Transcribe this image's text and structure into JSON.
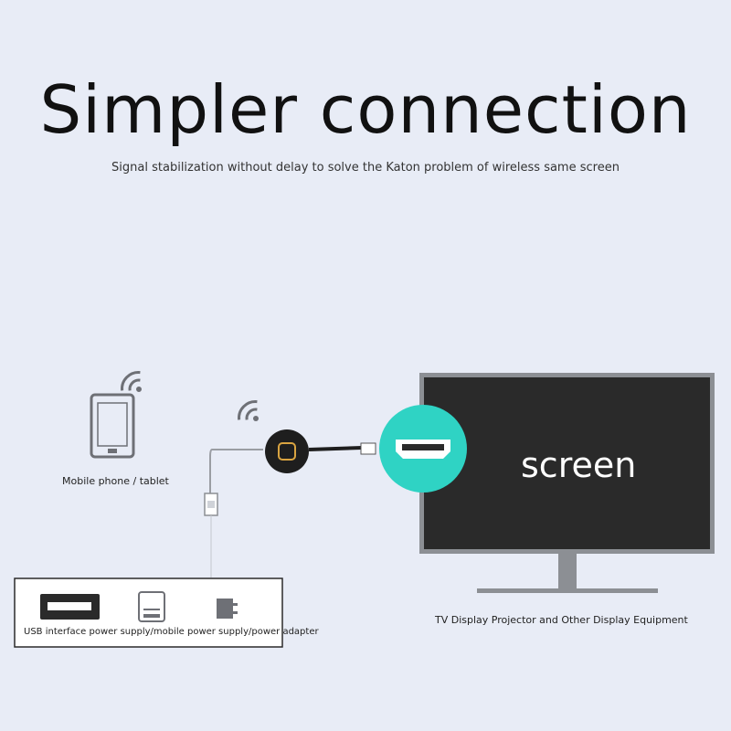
{
  "header": {
    "title": "Simpler connection",
    "subtitle": "Signal stabilization without delay to solve the Katon problem of wireless same screen"
  },
  "devices": {
    "phone_label": "Mobile phone / tablet",
    "screen_text": "screen",
    "tv_label": "TV Display Projector and Other Display Equipment",
    "power_label": "USB interface power supply/mobile power supply/power adapter"
  },
  "colors": {
    "background": "#e8ecf6",
    "tv_body": "#2a2a2a",
    "tv_frame": "#8c8f94",
    "hdmi_badge": "#2fd3c4",
    "icon_gray": "#6e7076"
  },
  "icons": [
    "wifi-signal-icon",
    "tablet-icon",
    "dongle-icon",
    "usb-plug-icon",
    "hdmi-port-icon",
    "usb-port-icon",
    "power-bank-icon",
    "power-adapter-icon"
  ]
}
